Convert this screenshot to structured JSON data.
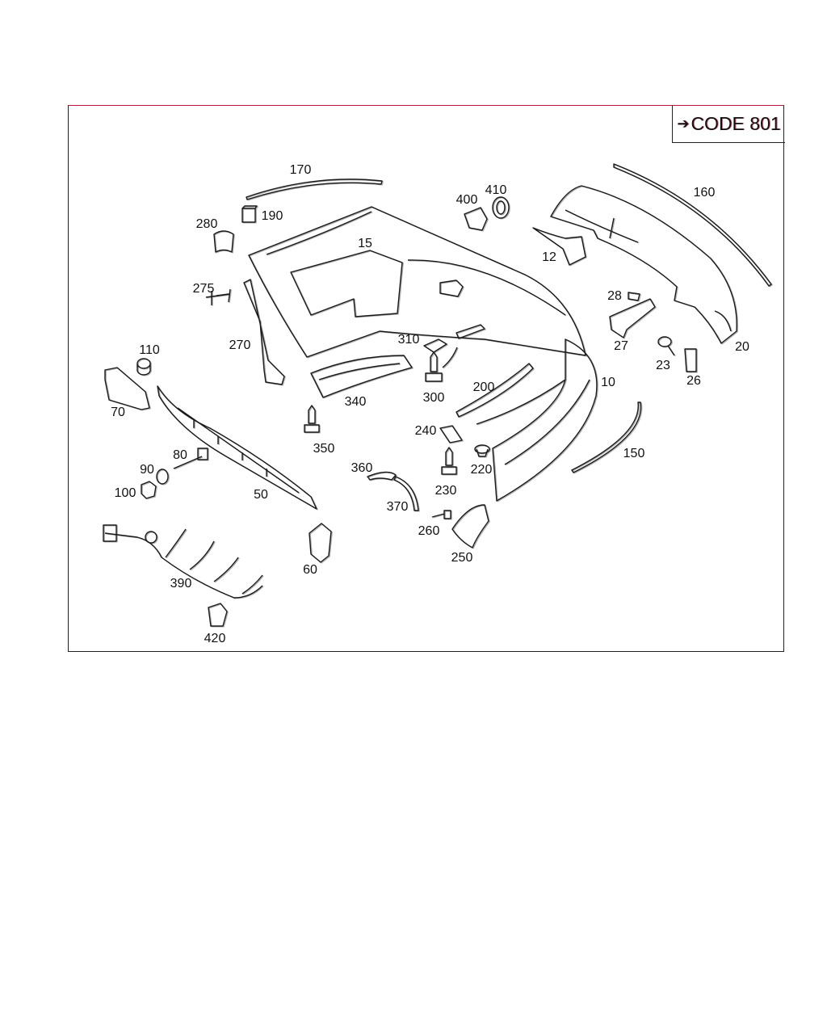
{
  "code_box": {
    "arrow_icon": "right-arrow-icon",
    "text": "CODE 801"
  },
  "labels": {
    "p170": "170",
    "p190": "190",
    "p280": "280",
    "p15": "15",
    "p400": "400",
    "p410": "410",
    "p160": "160",
    "p12": "12",
    "p275": "275",
    "p28": "28",
    "p110": "110",
    "p270": "270",
    "p310": "310",
    "p27": "27",
    "p23": "23",
    "p26": "26",
    "p20": "20",
    "p300": "300",
    "p200": "200",
    "p10": "10",
    "p70": "70",
    "p340": "340",
    "p350": "350",
    "p240": "240",
    "p80": "80",
    "p90": "90",
    "p220": "220",
    "p150": "150",
    "p360": "360",
    "p230": "230",
    "p100": "100",
    "p50": "50",
    "p370": "370",
    "p260": "260",
    "p250": "250",
    "p390": "390",
    "p60": "60",
    "p420": "420"
  },
  "colors": {
    "line": "#1a1a1a",
    "ghost": "#d0103a"
  }
}
